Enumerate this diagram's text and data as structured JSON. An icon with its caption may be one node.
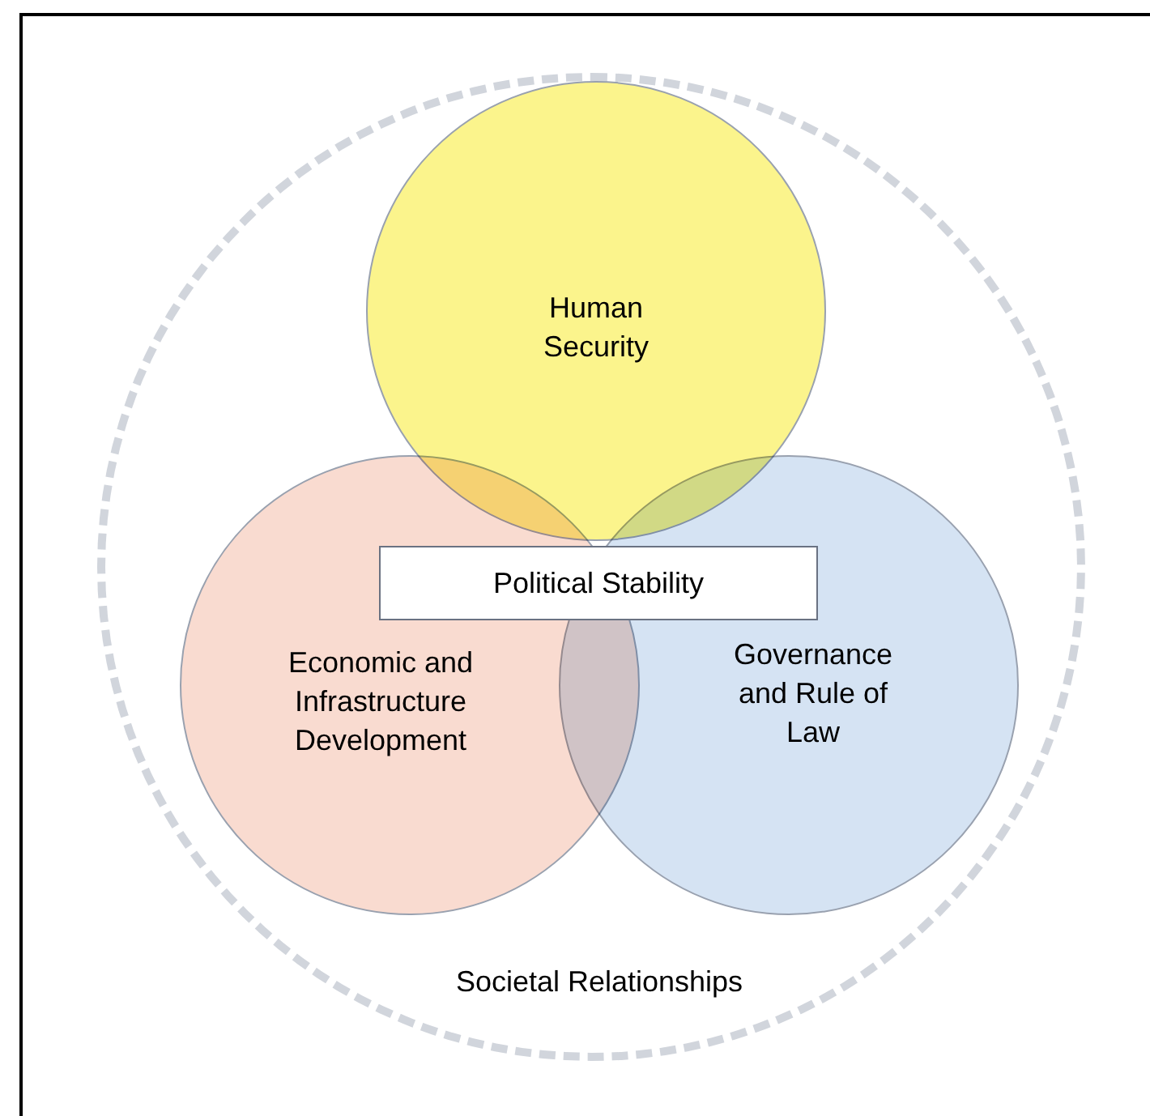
{
  "diagram": {
    "nodes": [
      {
        "text": [
          "Societal Relationships"
        ]
      },
      {
        "text": [
          "Human Security"
        ],
        "in": 0
      },
      {
        "text": [
          "Economic and Infrastructure Development"
        ],
        "in": 0
      },
      {
        "text": [
          "Governance and Rule of Law"
        ],
        "in": 0
      },
      {
        "text": [
          "Political Stability"
        ],
        "in": 0
      }
    ]
  }
}
